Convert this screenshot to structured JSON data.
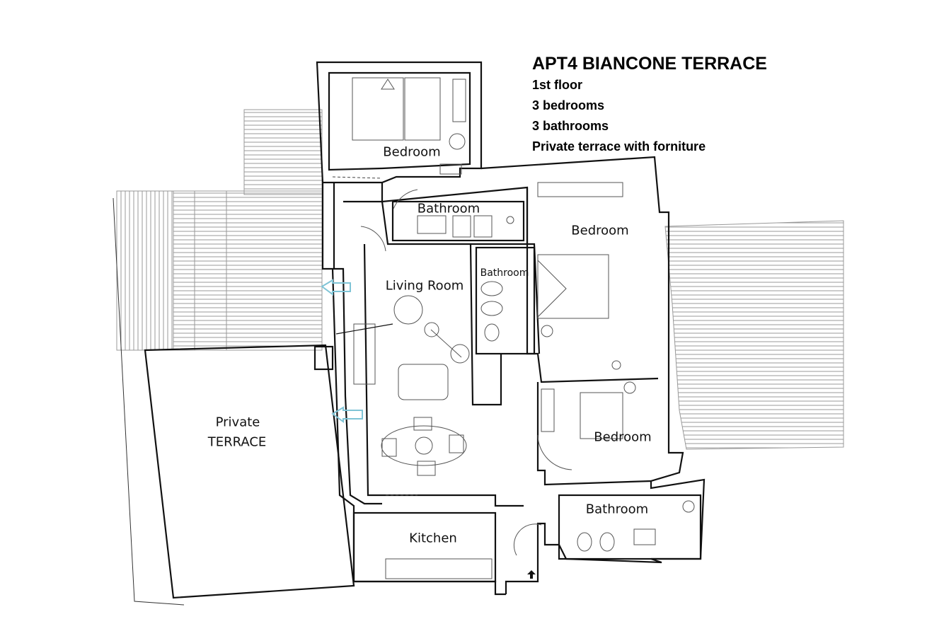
{
  "title_block": {
    "title": "APT4 BIANCONE TERRACE",
    "lines": [
      "1st floor",
      "3 bedrooms",
      "3 bathrooms",
      "Private terrace with forniture"
    ]
  },
  "rooms": {
    "bedroom_top": "Bedroom",
    "bathroom_top": "Bathroom",
    "bedroom_right": "Bedroom",
    "bathroom_middle": "Bathroom",
    "living_room": "Living Room",
    "bedroom_lower": "Bedroom",
    "bathroom_bottom": "Bathroom",
    "kitchen": "Kitchen",
    "terrace_line1": "Private",
    "terrace_line2": "TERRACE"
  },
  "colors": {
    "wall": "#111111",
    "arrow": "#7fc4d6"
  }
}
